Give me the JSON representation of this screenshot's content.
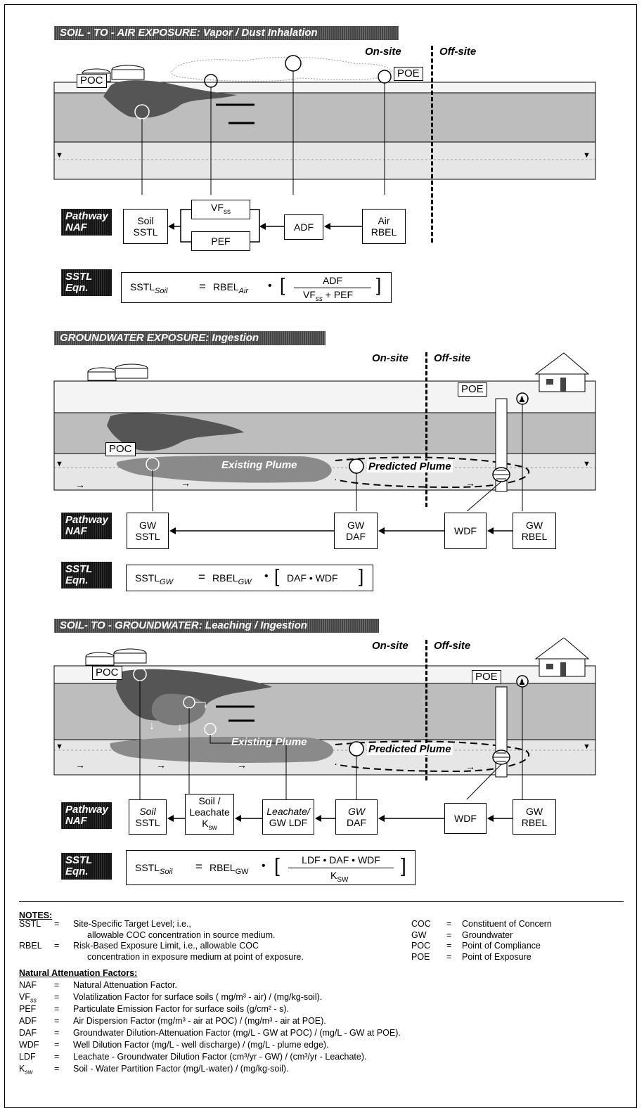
{
  "onsite": "On-site",
  "offsite": "Off-site",
  "pathway_label": [
    "Pathway",
    "NAF"
  ],
  "sstl_label": [
    "SSTL",
    "Eqn."
  ],
  "panel1": {
    "title": "SOIL - TO - AIR EXPOSURE:  Vapor / Dust Inhalation",
    "poc": "POC",
    "poe": "POE",
    "boxes": {
      "soil": [
        "Soil",
        "SSTL"
      ],
      "vf": "VF",
      "vf_sub": "ss",
      "pef": "PEF",
      "adf": "ADF",
      "air": [
        "Air",
        "RBEL"
      ]
    },
    "eq": {
      "lhs": "SSTL",
      "lhs_sub": "Soil",
      "rhs": "RBEL",
      "rhs_sub": "Air",
      "num": "ADF",
      "den_a": "VF",
      "den_a_sub": "ss",
      "den_b": " + PEF"
    }
  },
  "panel2": {
    "title": "GROUNDWATER  EXPOSURE:  Ingestion",
    "poc": "POC",
    "poe": "POE",
    "existing": "Existing Plume",
    "predicted": "Predicted  Plume",
    "boxes": {
      "gw_sstl": [
        "GW",
        "SSTL"
      ],
      "gw_daf": [
        "GW",
        "DAF"
      ],
      "wdf": "WDF",
      "gw_rbel": [
        "GW",
        "RBEL"
      ]
    },
    "eq": {
      "lhs": "SSTL",
      "lhs_sub": "GW",
      "rhs": "RBEL",
      "rhs_sub": "GW",
      "inner": "DAF  •  WDF"
    }
  },
  "panel3": {
    "title": "SOIL- TO - GROUNDWATER:  Leaching / Ingestion",
    "poc": "POC",
    "poe": "POE",
    "existing": "Existing Plume",
    "predicted": "Predicted  Plume",
    "boxes": {
      "soil_sstl": [
        "Soil",
        "SSTL"
      ],
      "soil_leach": [
        "Soil /",
        "Leachate",
        "K"
      ],
      "ksw_sub": "sw",
      "leachate": [
        "Leachate/",
        "GW LDF"
      ],
      "gw_daf": [
        "GW",
        "DAF"
      ],
      "wdf": "WDF",
      "gw_rbel": [
        "GW",
        "RBEL"
      ]
    },
    "eq": {
      "lhs": "SSTL",
      "lhs_sub": "Soil",
      "rhs": "RBEL",
      "rhs_sub": "GW",
      "num": "LDF  •  DAF  •  WDF",
      "den": "K",
      "den_sub": "SW"
    }
  },
  "notes": {
    "heading": "NOTES:",
    "left": [
      {
        "abbr": "SSTL",
        "eq": "=",
        "text": "Site-Specific Target Level; i.e.,",
        "cont": "allowable COC concentration in source medium."
      },
      {
        "abbr": "RBEL",
        "eq": "=",
        "text": "Risk-Based Exposure Limit, i.e., allowable COC",
        "cont": "concentration in exposure medium  at point of exposure."
      }
    ],
    "right": [
      {
        "abbr": "COC",
        "eq": "=",
        "text": "Constituent of Concern"
      },
      {
        "abbr": "GW",
        "eq": "=",
        "text": "Groundwater"
      },
      {
        "abbr": "POC",
        "eq": "=",
        "text": "Point of Compliance"
      },
      {
        "abbr": "POE",
        "eq": "=",
        "text": "Point of Exposure"
      }
    ],
    "naf_heading": "Natural Attenuation Factors:",
    "naf": [
      {
        "abbr": "NAF",
        "sub": "",
        "eq": "=",
        "text": "Natural Attenuation Factor."
      },
      {
        "abbr": "VF",
        "sub": "ss",
        "eq": "=",
        "text": "Volatilization Factor for surface soils ( mg/m³ - air) / (mg/kg-soil)."
      },
      {
        "abbr": "PEF",
        "sub": "",
        "eq": "=",
        "text": "Particulate Emission Factor for surface soils  (g/cm² - s)."
      },
      {
        "abbr": "ADF",
        "sub": "",
        "eq": "=",
        "text": "Air Dispersion Factor (mg/m³ - air at POC) / (mg/m³ - air at POE)."
      },
      {
        "abbr": "DAF",
        "sub": "",
        "eq": "=",
        "text": "Groundwater Dilution-Attenuation Factor (mg/L - GW at POC) / (mg/L - GW at POE)."
      },
      {
        "abbr": "WDF",
        "sub": "",
        "eq": "=",
        "text": "Well Dilution Factor  (mg/L - well discharge) / (mg/L - plume edge)."
      },
      {
        "abbr": "LDF",
        "sub": "",
        "eq": "=",
        "text": "Leachate - Groundwater Dilution Factor (cm³/yr - GW) / (cm³/yr - Leachate)."
      },
      {
        "abbr": "K",
        "sub": "sw",
        "eq": "=",
        "text": "Soil - Water Partition Factor  (mg/L-water) / (mg/kg-soil)."
      }
    ]
  }
}
